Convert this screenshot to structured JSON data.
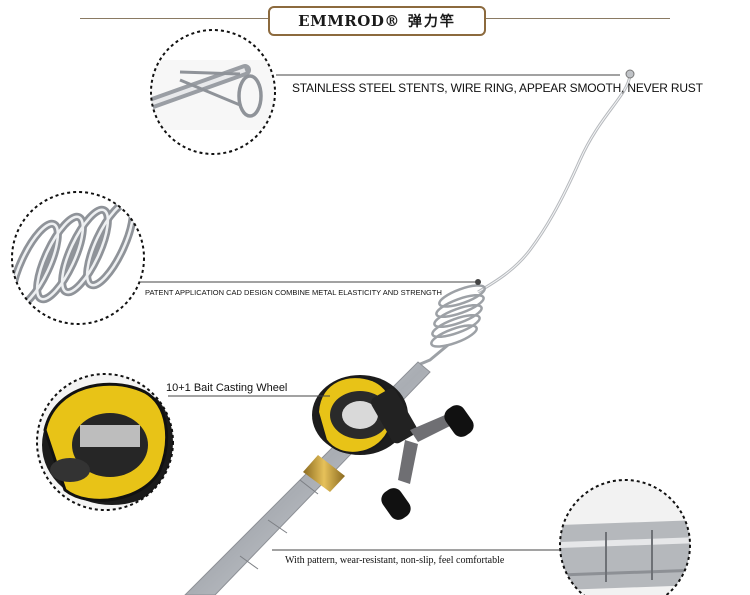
{
  "header": {
    "brand_en": "EMMROD®",
    "brand_cn": "弹力竿"
  },
  "callouts": {
    "stent": "STAINLESS STEEL STENTS, WIRE RING, APPEAR SMOOTH, NEVER RUST",
    "spring": "PATENT APPLICATION CAD DESIGN COMBINE METAL ELASTICITY AND STRENGTH",
    "reel": "10+1  Bait Casting Wheel",
    "handle": "With pattern, wear-resistant, non-slip, feel comfortable"
  },
  "colors": {
    "frame": "#8c6a3e",
    "reel_yellow": "#e8c317",
    "steel": "#c9ccd0"
  }
}
